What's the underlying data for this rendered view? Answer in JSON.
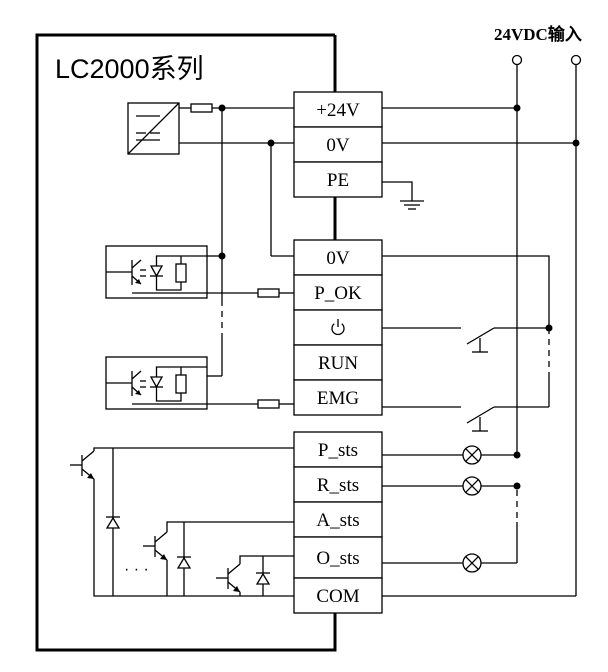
{
  "title": "LC2000系列",
  "supply_label": "24VDC输入",
  "power_block": [
    "+24V",
    "0V",
    "PE"
  ],
  "input_block": [
    "0V",
    "P_OK",
    "",
    "RUN",
    "EMG"
  ],
  "output_block": [
    "P_sts",
    "R_sts",
    "A_sts",
    "O_sts",
    "COM"
  ],
  "ellipsis": "· · ·",
  "icons": {
    "power": "power-icon",
    "ground": "ground-icon",
    "lamp": "lamp-icon",
    "switch": "switch-icon",
    "optocoupler": "optocoupler-icon",
    "transistor": "transistor-icon",
    "diode": "diode-icon",
    "dc_converter": "dc-converter-icon"
  }
}
